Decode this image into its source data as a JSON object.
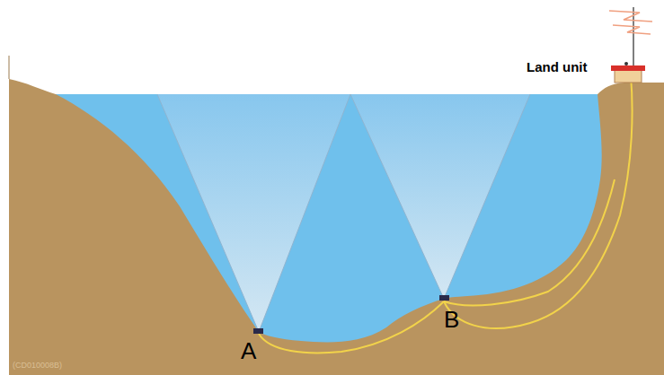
{
  "diagram": {
    "labels": [
      "Land unit",
      "A",
      "B",
      "(CD010008B)"
    ]
  }
}
